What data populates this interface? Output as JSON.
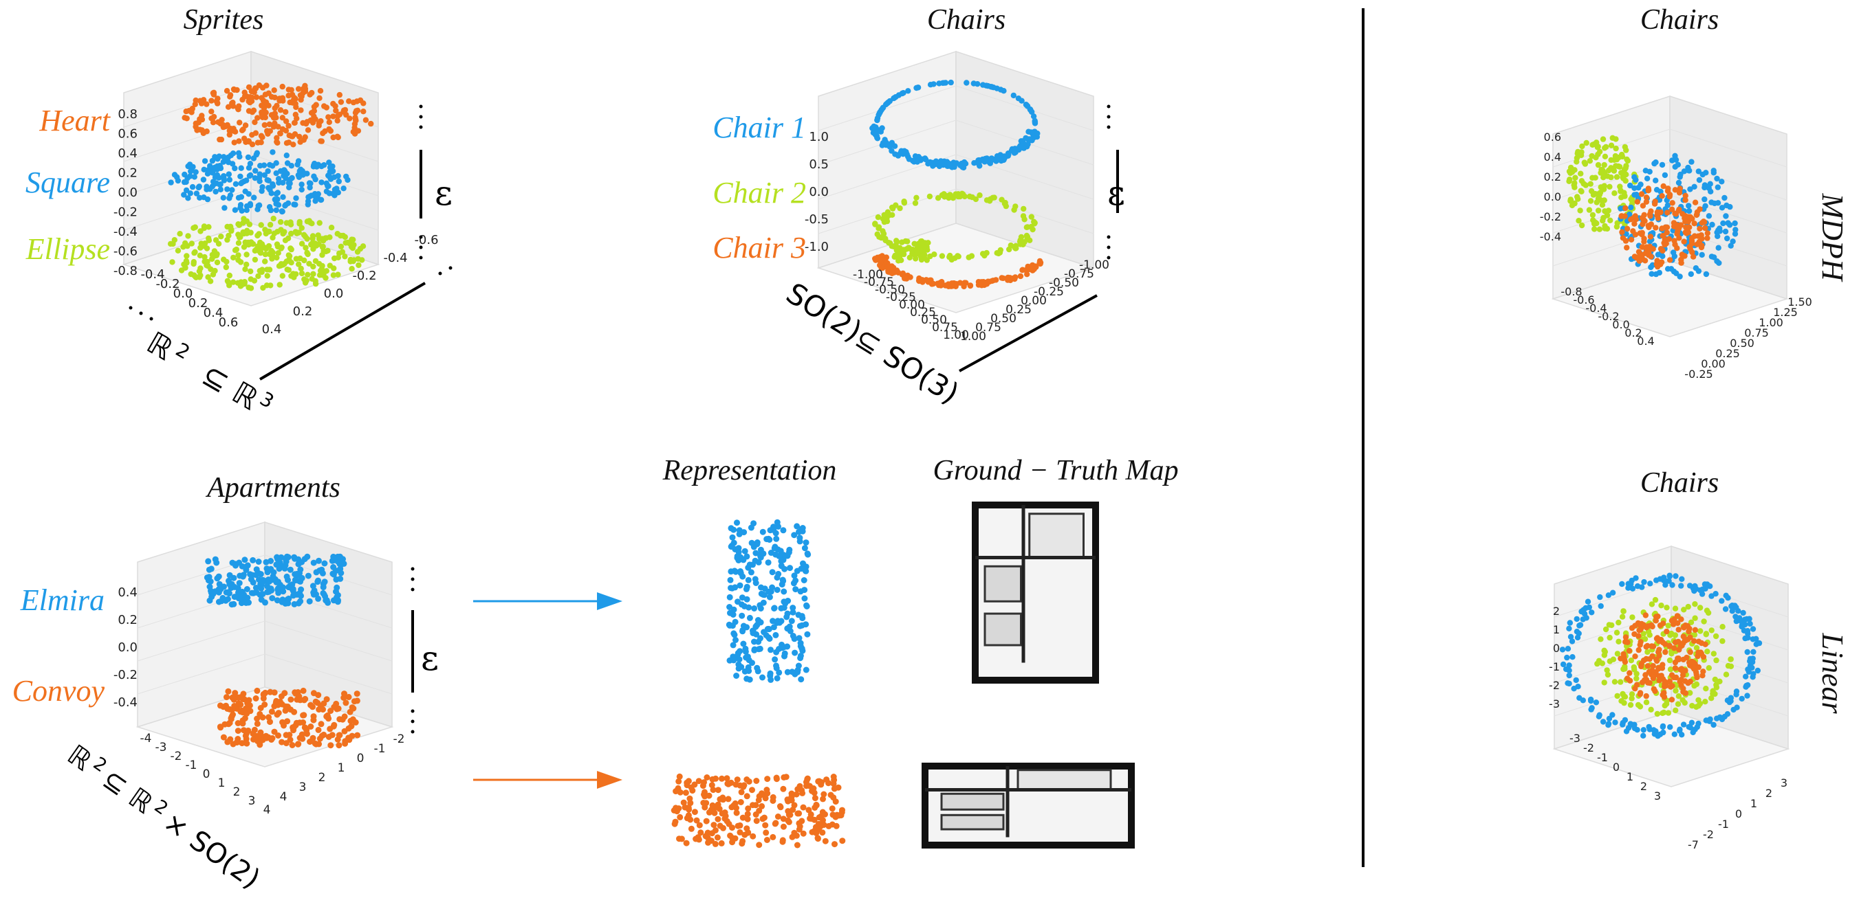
{
  "colors": {
    "blue": "#1f9ae8",
    "orange": "#f0711e",
    "lime": "#b5e020",
    "black": "#000000"
  },
  "sprites": {
    "title": "Sprites",
    "labels": [
      "Heart",
      "Square",
      "Ellipse"
    ],
    "z_ticks": [
      "0.8",
      "0.6",
      "0.4",
      "0.2",
      "0.0",
      "-0.2",
      "-0.4",
      "-0.6",
      "-0.8"
    ],
    "x_ticks": [
      "-0.4",
      "-0.2",
      "0.0",
      "0.2",
      "0.4",
      "0.6"
    ],
    "y_ticks": [
      "0.4",
      "0.2",
      "0.0",
      "-0.2",
      "-0.4",
      "-0.6"
    ],
    "axis_left": "ℝ",
    "axis_left_sup": "2",
    "axis_right": "⊆ ℝ",
    "axis_right_sup": "3",
    "eps": "ε"
  },
  "chairs_top": {
    "title": "Chairs",
    "labels": [
      "Chair 1",
      "Chair 2",
      "Chair 3"
    ],
    "z_ticks": [
      "1.0",
      "0.5",
      "0.0",
      "-0.5",
      "-1.0"
    ],
    "x_ticks": [
      "-1.00",
      "-0.75",
      "-0.50",
      "-0.25",
      "0.00",
      "0.25",
      "0.50",
      "0.75",
      "1.00"
    ],
    "y_ticks": [
      "1.00",
      "0.75",
      "0.50",
      "0.25",
      "0.00",
      "-0.25",
      "-0.50",
      "-0.75",
      "-1.00"
    ],
    "axis_left": "SO(2)",
    "axis_right": "⊆ SO(3)",
    "eps": "ε"
  },
  "apartments": {
    "title": "Apartments",
    "labels": [
      "Elmira",
      "Convoy"
    ],
    "z_ticks": [
      "0.4",
      "0.2",
      "0.0",
      "-0.2",
      "-0.4"
    ],
    "x_ticks": [
      "-4",
      "-3",
      "-2",
      "-1",
      "0",
      "1",
      "2",
      "3",
      "4"
    ],
    "y_ticks": [
      "4",
      "3",
      "2",
      "1",
      "0",
      "-1",
      "-2"
    ],
    "axis_left": "ℝ",
    "axis_left_sup": "2",
    "axis_right": "⊆ ℝ",
    "axis_right_sup": "2",
    "axis_tail": "× SO(2)",
    "eps": "ε"
  },
  "maps": {
    "representation": "Representation",
    "ground_truth": "Ground − Truth Map"
  },
  "right_top": {
    "title": "Chairs",
    "side": "MDPH",
    "z_ticks": [
      "0.6",
      "0.4",
      "0.2",
      "0.0",
      "-0.2",
      "-0.4"
    ],
    "x_ticks": [
      "-0.8",
      "-0.6",
      "-0.4",
      "-0.2",
      "0.0",
      "0.2",
      "0.4"
    ],
    "y_ticks": [
      "-0.25",
      "0.00",
      "0.25",
      "0.50",
      "0.75",
      "1.00",
      "1.25",
      "1.50"
    ]
  },
  "right_bottom": {
    "title": "Chairs",
    "side": "Linear",
    "z_ticks": [
      "2",
      "1",
      "0",
      "-1",
      "-2",
      "-3"
    ],
    "x_ticks": [
      "-3",
      "-2",
      "-1",
      "0",
      "1",
      "2",
      "3"
    ],
    "y_ticks": [
      "-7",
      "-2",
      "-1",
      "0",
      "1",
      "2",
      "3"
    ]
  },
  "chart_data": [
    {
      "type": "scatter",
      "title": "Sprites",
      "series": [
        {
          "name": "Heart",
          "z": 0.8
        },
        {
          "name": "Square",
          "z": 0.0
        },
        {
          "name": "Ellipse",
          "z": -0.8
        }
      ],
      "zlim": [
        -0.8,
        0.8
      ]
    },
    {
      "type": "scatter",
      "title": "Chairs",
      "series": [
        {
          "name": "Chair 1",
          "z": 1.0
        },
        {
          "name": "Chair 2",
          "z": -0.5
        },
        {
          "name": "Chair 3",
          "z": -1.0
        }
      ],
      "zlim": [
        -1.0,
        1.0
      ]
    },
    {
      "type": "scatter",
      "title": "Apartments",
      "series": [
        {
          "name": "Elmira",
          "z": 0.4
        },
        {
          "name": "Convoy",
          "z": -0.4
        }
      ],
      "zlim": [
        -0.4,
        0.4
      ]
    },
    {
      "type": "scatter",
      "title": "Chairs",
      "zlim": [
        -0.4,
        0.6
      ]
    },
    {
      "type": "scatter",
      "title": "Chairs",
      "zlim": [
        -3,
        2
      ]
    }
  ]
}
